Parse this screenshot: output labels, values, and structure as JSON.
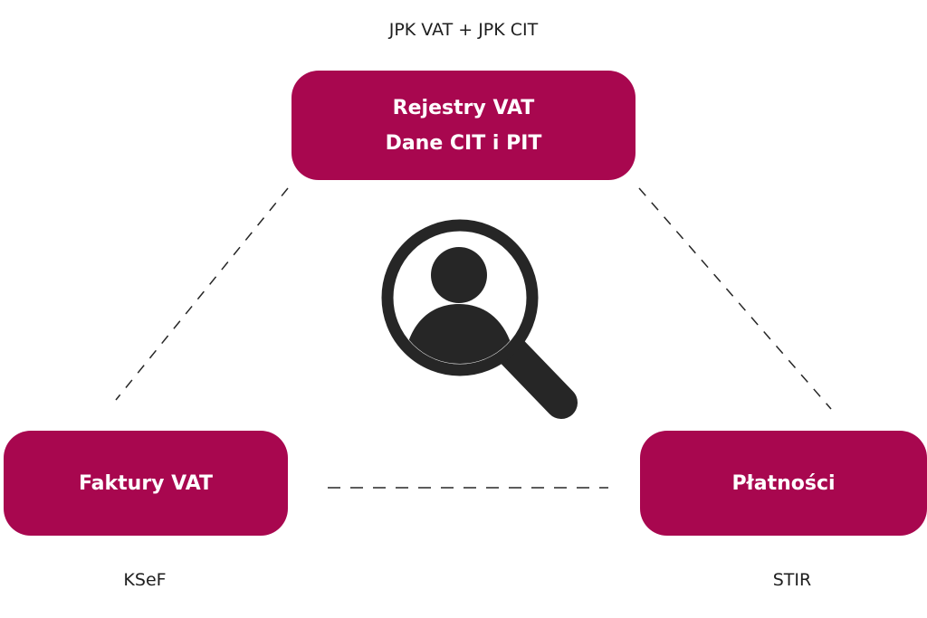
{
  "diagram": {
    "top_caption": "JPK VAT + JPK CIT",
    "top_box": {
      "lines": [
        "Rejestry VAT",
        "Dane CIT i PIT"
      ]
    },
    "left_box": {
      "label": "Faktury VAT",
      "caption": "KSeF"
    },
    "right_box": {
      "label": "Płatności",
      "caption": "STIR"
    },
    "center_icon": "person-magnifier-icon"
  },
  "colors": {
    "box_fill": "#a8074f",
    "box_text": "#ffffff",
    "icon": "#262626",
    "connector": "#262626",
    "caption_text": "#1e1e1e"
  }
}
